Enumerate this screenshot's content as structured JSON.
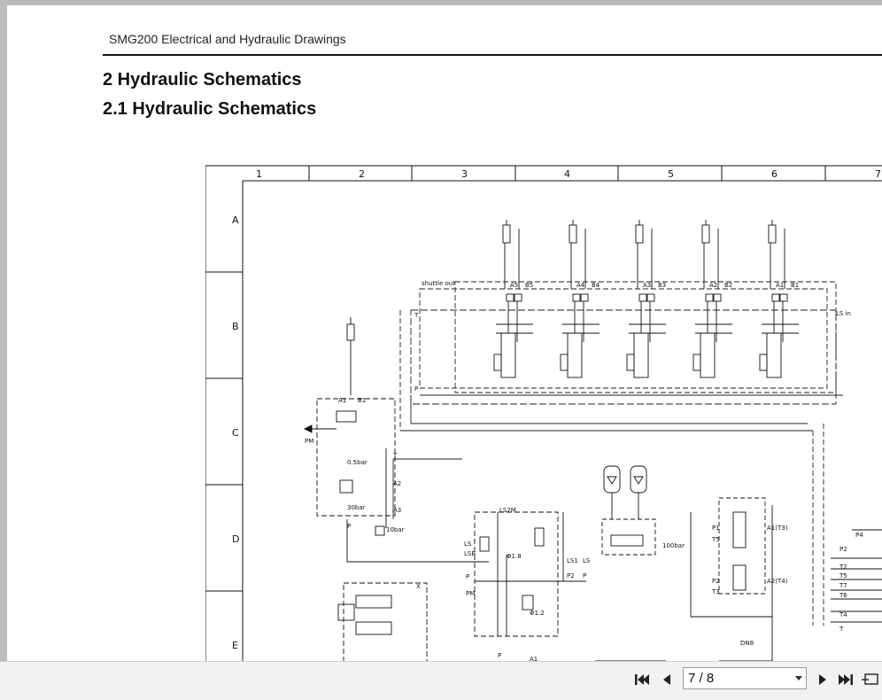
{
  "document": {
    "header": "SMG200 Electrical and Hydraulic Drawings",
    "heading1": "2 Hydraulic Schematics",
    "heading2": "2.1 Hydraulic Schematics"
  },
  "schematic": {
    "column_labels": [
      "1",
      "2",
      "3",
      "4",
      "5",
      "6",
      "7"
    ],
    "row_labels": [
      "A",
      "B",
      "C",
      "D",
      "E"
    ],
    "labels": {
      "shuttle_out": "shuttle out",
      "ls_in": "LS in",
      "a5": "A5",
      "b5": "B5",
      "a4": "A4",
      "b4": "B4",
      "a3": "A3",
      "b3": "B3",
      "a2": "A2",
      "b2": "B2",
      "a1_top": "A1",
      "b1_top": "B1",
      "t_left": "T",
      "p_left": "P",
      "a1": "A1",
      "b1": "B1",
      "pm": "PM",
      "bar05": "0.5bar",
      "bar30": "30bar",
      "t_mid": "T",
      "a2_mid": "A2",
      "a3_mid": "A3",
      "bar10": "10bar",
      "p_mid": "P",
      "ls2m": "LS2M",
      "ls": "LS",
      "lsb": "LSB",
      "d18": "Φ1.8",
      "ls1": "LS1",
      "ls_b": "LS",
      "p_v": "P",
      "pm_v": "PM",
      "p2": "P2",
      "p_r": "P",
      "d12": "Φ1.2",
      "x": "X",
      "bar100": "100bar",
      "p1": "P1",
      "t5": "T5",
      "a1t3": "A1(T3)",
      "p2b": "P2",
      "t3": "T3",
      "a2t4": "A2(T4)",
      "p4": "P4",
      "p2r": "P2",
      "t2": "T2",
      "t5r": "T5",
      "t7": "T7",
      "t6": "T6",
      "t4": "T4",
      "t_r": "T",
      "dn8": "DN8",
      "a1_bottom": "A1",
      "p_bottom": "P"
    }
  },
  "viewer": {
    "page_indicator": "7 / 8",
    "icons": {
      "first": "first-page-icon",
      "prev": "previous-page-icon",
      "next": "next-page-icon",
      "last": "last-page-icon",
      "fit": "fit-page-icon"
    }
  }
}
